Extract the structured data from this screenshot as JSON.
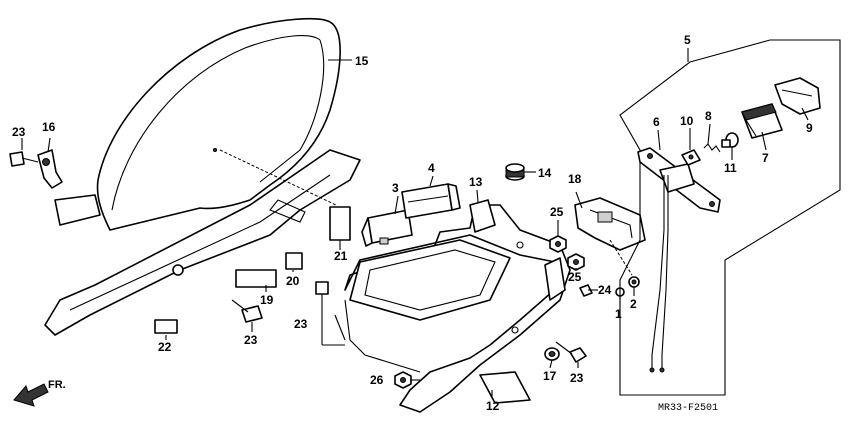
{
  "callouts": {
    "c1": "1",
    "c2": "2",
    "c3": "3",
    "c4": "4",
    "c5": "5",
    "c6": "6",
    "c7": "7",
    "c8": "8",
    "c9": "9",
    "c10": "10",
    "c11": "11",
    "c12": "12",
    "c13": "13",
    "c14": "14",
    "c15": "15",
    "c16": "16",
    "c17": "17",
    "c18": "18",
    "c19": "19",
    "c20": "20",
    "c21": "21",
    "c22": "22",
    "c23a": "23",
    "c23b": "23",
    "c23c": "23",
    "c23d": "23",
    "c24": "24",
    "c25a": "25",
    "c25b": "25",
    "c26": "26"
  },
  "direction_label": "FR.",
  "diagram_code": "MR33-F2501"
}
